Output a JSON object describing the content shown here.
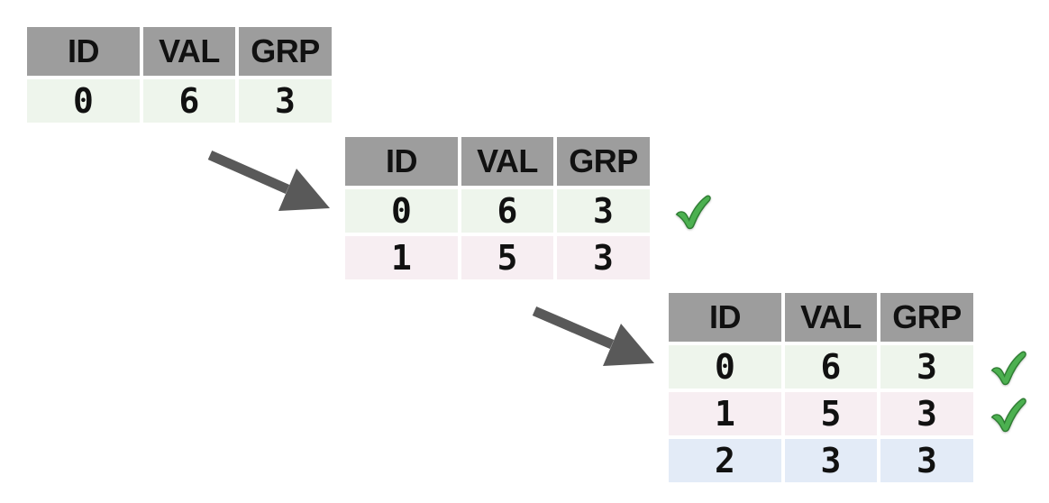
{
  "headers": [
    "ID",
    "VAL",
    "GRP"
  ],
  "tables": [
    {
      "rows": [
        [
          "0",
          "6",
          "3"
        ]
      ],
      "checked_rows": []
    },
    {
      "rows": [
        [
          "0",
          "6",
          "3"
        ],
        [
          "1",
          "5",
          "3"
        ]
      ],
      "checked_rows": [
        0
      ]
    },
    {
      "rows": [
        [
          "0",
          "6",
          "3"
        ],
        [
          "1",
          "5",
          "3"
        ],
        [
          "2",
          "3",
          "3"
        ]
      ],
      "checked_rows": [
        0,
        1
      ]
    }
  ],
  "icons": {
    "checkmark": "checkmark-icon",
    "arrow": "diagonal-arrow-icon"
  },
  "colors": {
    "header-bg": "#9d9d9d",
    "row-green": "#eef5ec",
    "row-pink": "#f7eef2",
    "row-blue": "#e3ebf7",
    "arrow": "#595959",
    "check-fill": "#4cb050",
    "check-stroke": "#2f7d33",
    "text": "#111111",
    "background": "#ffffff"
  }
}
